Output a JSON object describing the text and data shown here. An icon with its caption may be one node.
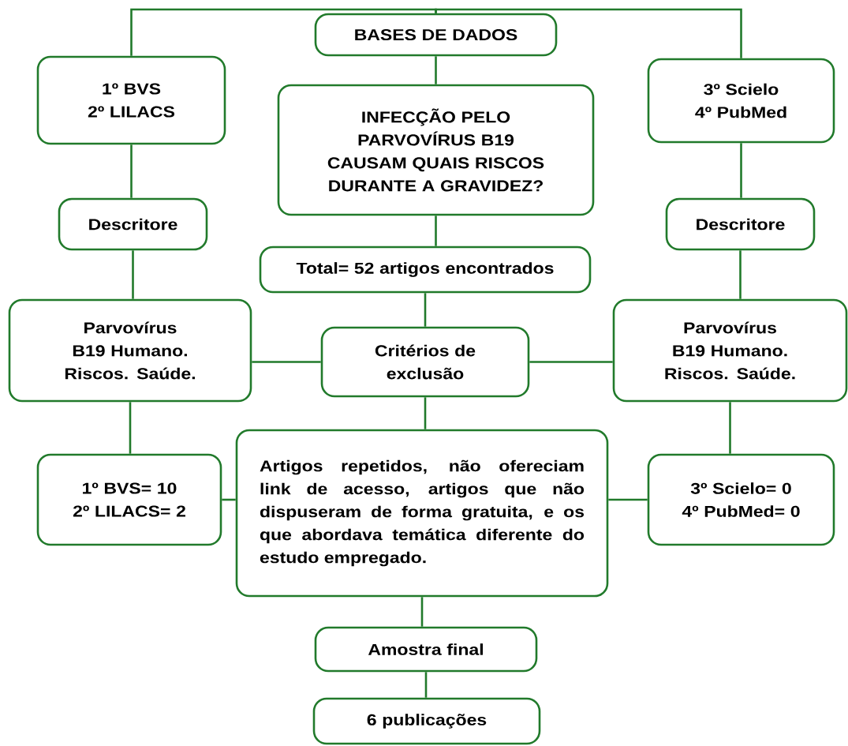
{
  "diagram": {
    "nodes": [
      {
        "text": [
          "BASES DE DADOS"
        ]
      },
      {
        "text": [
          "1º BVS",
          "2º LILACS"
        ]
      },
      {
        "text": [
          "INFECÇÃO PELO PARVOVÍRUS B19 CAUSAM QUAIS RISCOS DURANTE A GRAVIDEZ?"
        ]
      },
      {
        "text": [
          "3º Scielo",
          "4º PubMed"
        ]
      },
      {
        "text": [
          "Descritore"
        ]
      },
      {
        "text": [
          "Descritore"
        ]
      },
      {
        "text": [
          "Total= 52 artigos encontrados"
        ]
      },
      {
        "text": [
          "Parvovírus B19 Humano. Riscos. Saúde."
        ]
      },
      {
        "text": [
          "Critérios de exclusão"
        ]
      },
      {
        "text": [
          "Parvovírus B19 Humano. Riscos. Saúde."
        ]
      },
      {
        "text": [
          "1º BVS= 10",
          "2º LILACS= 2"
        ]
      },
      {
        "text": [
          "Artigos repetidos, não ofereciam link de acesso, artigos que não dispuseram de forma gratuita, e os que abordava temática diferente do estudo empregado."
        ]
      },
      {
        "text": [
          "3º Scielo= 0",
          "4º PubMed= 0"
        ]
      },
      {
        "text": [
          "Amostra final"
        ]
      },
      {
        "text": [
          "6 publicações"
        ]
      }
    ],
    "edges": [
      {
        "from": 0,
        "to": 1,
        "arrow": "none"
      },
      {
        "from": 0,
        "to": 3,
        "arrow": "none"
      },
      {
        "from": 0,
        "to": 2,
        "arrow": "none"
      },
      {
        "from": 1,
        "to": 4,
        "arrow": "none"
      },
      {
        "from": 3,
        "to": 5,
        "arrow": "none"
      },
      {
        "from": 2,
        "to": 6,
        "arrow": "none"
      },
      {
        "from": 4,
        "to": 7,
        "arrow": "none"
      },
      {
        "from": 5,
        "to": 9,
        "arrow": "none"
      },
      {
        "from": 6,
        "to": 8,
        "arrow": "none"
      },
      {
        "from": 8,
        "to": 7,
        "arrow": "none"
      },
      {
        "from": 8,
        "to": 9,
        "arrow": "none"
      },
      {
        "from": 7,
        "to": 10,
        "arrow": "none"
      },
      {
        "from": 9,
        "to": 12,
        "arrow": "none"
      },
      {
        "from": 8,
        "to": 11,
        "arrow": "none"
      },
      {
        "from": 11,
        "to": 10,
        "arrow": "none"
      },
      {
        "from": 11,
        "to": 12,
        "arrow": "none"
      },
      {
        "from": 11,
        "to": 13,
        "arrow": "none"
      },
      {
        "from": 13,
        "to": 14,
        "arrow": "none"
      }
    ]
  }
}
